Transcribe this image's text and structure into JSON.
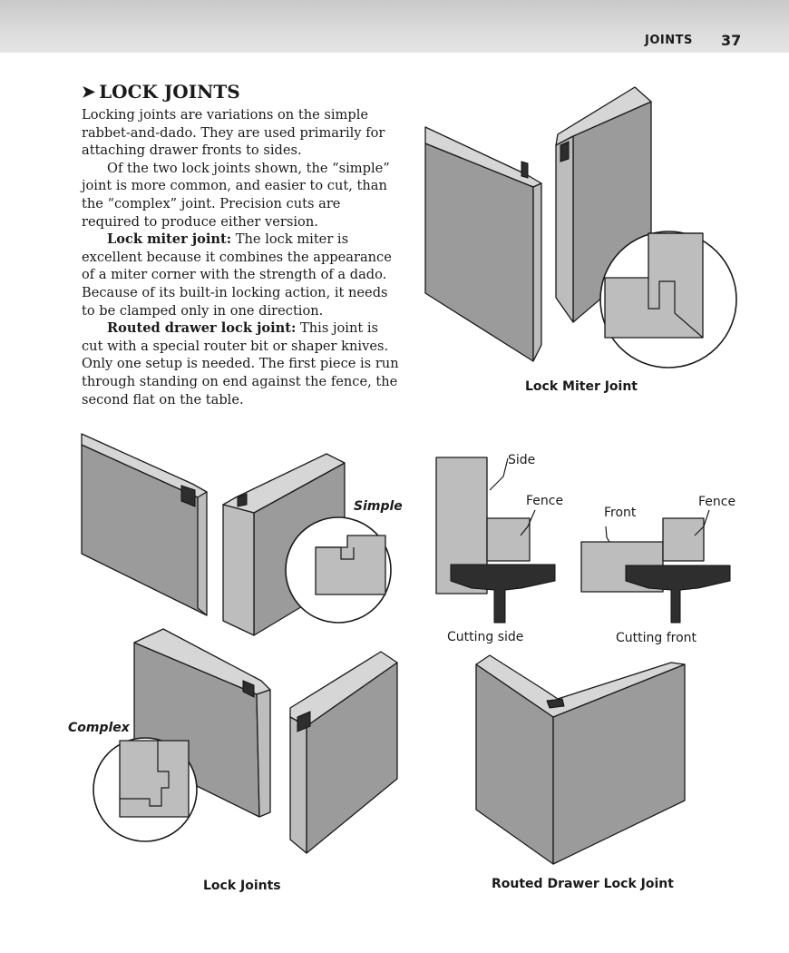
{
  "header": {
    "section": "JOINTS",
    "page_number": "37"
  },
  "article": {
    "title": "LOCK JOINTS",
    "paragraphs": [
      "Locking joints are variations on the simple rabbet-and-dado. They are used primarily for attaching drawer fronts to sides.",
      "Of the two lock joints shown, the “simple” joint is more common, and easier to cut, than the “complex” joint. Precision cuts are required to produce either version."
    ],
    "lock_miter": {
      "term": "Lock miter joint:",
      "text": " The lock miter is excellent because it combines the appearance of a miter corner with the strength of a dado. Because of its built-in locking action, it needs to be clamped only in one direction."
    },
    "routed": {
      "term": "Routed drawer lock joint:",
      "text": " This joint is cut with a special router bit or shaper knives. Only one setup is needed. The first piece is run through standing on end against the fence, the second flat on the table."
    }
  },
  "figures": {
    "lock_miter_caption": "Lock Miter Joint",
    "lock_joints_caption": "Lock Joints",
    "simple_label": "Simple",
    "complex_label": "Complex",
    "routed_caption": "Routed Drawer Lock Joint",
    "cutting_side_caption": "Cutting side",
    "cutting_front_caption": "Cutting front",
    "side_label": "Side",
    "fence_label_1": "Fence",
    "front_label": "Front",
    "fence_label_2": "Fence"
  }
}
